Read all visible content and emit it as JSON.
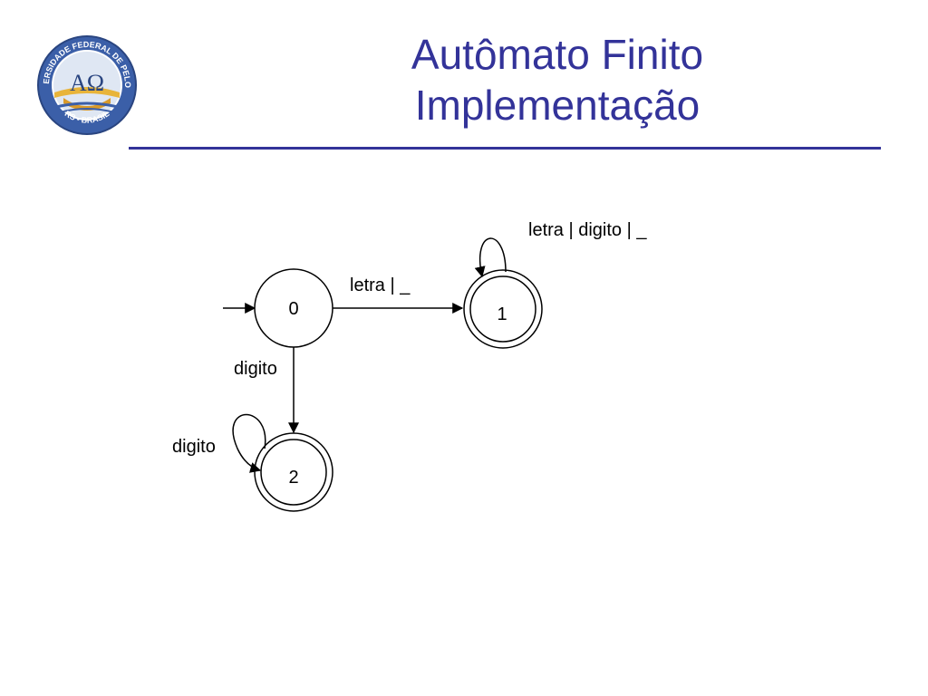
{
  "slide": {
    "title_line1": "Autômato Finito",
    "title_line2": "Implementação",
    "title_color": "#333399"
  },
  "logo": {
    "text_top": "UNIVERSIDADE FEDERAL DE PELOTAS",
    "text_bottom": "RS - BRASIL",
    "symbols": "AΩ"
  },
  "automaton": {
    "states": [
      {
        "id": "0",
        "label": "0",
        "initial": true,
        "accepting": false
      },
      {
        "id": "1",
        "label": "1",
        "initial": false,
        "accepting": true
      },
      {
        "id": "2",
        "label": "2",
        "initial": false,
        "accepting": true
      }
    ],
    "transitions": [
      {
        "from": "0",
        "to": "1",
        "label": "letra | _"
      },
      {
        "from": "1",
        "to": "1",
        "label": "letra | digito | _"
      },
      {
        "from": "0",
        "to": "2",
        "label": "digito"
      },
      {
        "from": "2",
        "to": "2",
        "label": "digito"
      }
    ]
  }
}
